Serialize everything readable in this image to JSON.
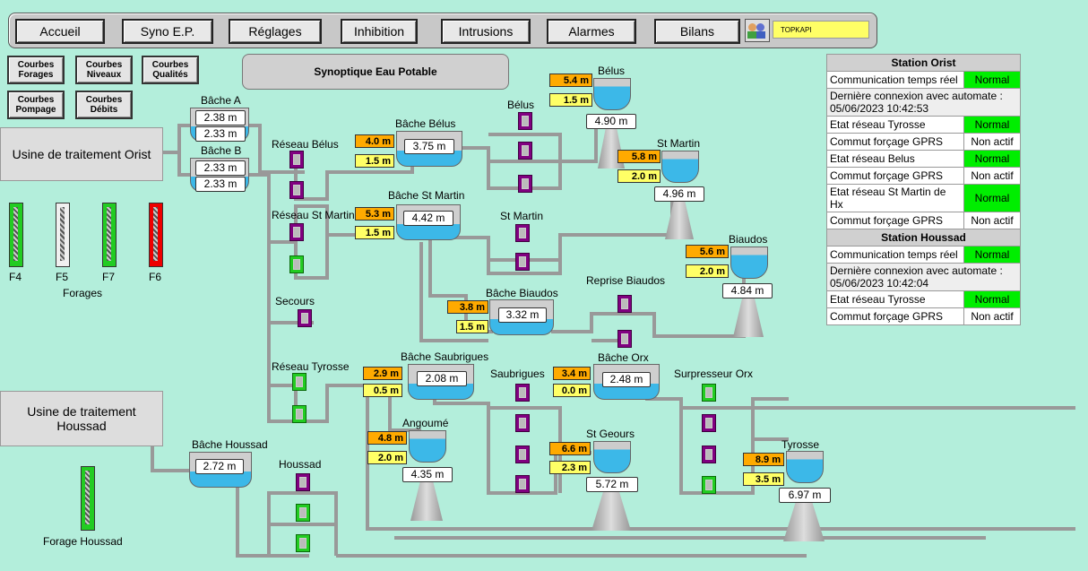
{
  "nav": {
    "buttons": [
      "Accueil",
      "Syno E.P.",
      "Réglages",
      "Inhibition",
      "Intrusions",
      "Alarmes",
      "Bilans"
    ],
    "topkapi": "TOPKAPI"
  },
  "side_buttons": [
    {
      "l1": "Courbes",
      "l2": "Forages"
    },
    {
      "l1": "Courbes",
      "l2": "Niveaux"
    },
    {
      "l1": "Courbes",
      "l2": "Qualités"
    },
    {
      "l1": "Courbes",
      "l2": "Pompage"
    },
    {
      "l1": "Courbes",
      "l2": "Débits"
    }
  ],
  "title": "Synoptique Eau Potable",
  "usines": {
    "orist": "Usine de traitement Orist",
    "houssad_l1": "Usine de traitement",
    "houssad_l2": "Houssad"
  },
  "forages": {
    "f4": "F4",
    "f5": "F5",
    "f7": "F7",
    "f6": "F6",
    "label": "Forages",
    "houssad": "Forage Houssad"
  },
  "labels": {
    "bache_a": "Bâche A",
    "bache_b": "Bâche B",
    "reseau_belus": "Réseau Bélus",
    "bache_belus": "Bâche Bélus",
    "belus_pump": "Bélus",
    "belus_tower": "Bélus",
    "st_martin_tower": "St Martin",
    "reseau_st_martin": "Réseau St Martin",
    "bache_st_martin": "Bâche St Martin",
    "st_martin_pump": "St Martin",
    "biaudos": "Biaudos",
    "secours": "Secours",
    "bache_biaudos": "Bâche Biaudos",
    "reprise_biaudos": "Reprise Biaudos",
    "reseau_tyrosse": "Réseau Tyrosse",
    "bache_saubrigues": "Bâche Saubrigues",
    "saubrigues": "Saubrigues",
    "bache_orx": "Bâche Orx",
    "surpresseur_orx": "Surpresseur Orx",
    "angoume": "Angoumé",
    "st_geours": "St Geours",
    "tyrosse": "Tyrosse",
    "bache_houssad": "Bâche Houssad",
    "houssad": "Houssad"
  },
  "values": {
    "bache_a": "2.38 m",
    "bache_a2": "2.33 m",
    "bache_b": "2.33 m",
    "bache_b2": "2.33 m",
    "bache_belus": "3.75 m",
    "belus_tower": "4.90 m",
    "st_martin_tower": "4.96 m",
    "bache_st_martin": "4.42 m",
    "biaudos": "4.84 m",
    "bache_biaudos": "3.32 m",
    "bache_saubrigues": "2.08 m",
    "bache_orx": "2.48 m",
    "angoume": "4.35 m",
    "st_geours": "5.72 m",
    "tyrosse": "6.97 m",
    "bache_houssad": "2.72 m"
  },
  "thresholds": {
    "belus_h": "5.4  m",
    "belus_l": "1.5  m",
    "bache_belus_h": "4.0  m",
    "bache_belus_l": "1.5  m",
    "st_martin_h": "5.8  m",
    "st_martin_l": "2.0  m",
    "bache_st_martin_h": "5.3  m",
    "bache_st_martin_l": "1.5  m",
    "biaudos_h": "5.6  m",
    "biaudos_l": "2.0  m",
    "bache_biaudos_h": "3.8  m",
    "bache_biaudos_l": "1.5  m",
    "saubrigues_h": "2.9  m",
    "saubrigues_l": "0.5  m",
    "orx_h": "3.4  m",
    "orx_l": "0.0  m",
    "angoume_h": "4.8  m",
    "angoume_l": "2.0  m",
    "st_geours_h": "6.6  m",
    "st_geours_l": "2.3  m",
    "tyrosse_h": "8.9  m",
    "tyrosse_l": "3.5  m"
  },
  "station_orist": {
    "header": "Station Orist",
    "rows": [
      {
        "label": "Communication temps réel",
        "status": "Normal",
        "ok": true
      },
      {
        "label": "Dernière connexion avec automate :",
        "date": "05/06/2023 10:42:53"
      },
      {
        "label": "Etat réseau Tyrosse",
        "status": "Normal",
        "ok": true
      },
      {
        "label": "Commut forçage GPRS",
        "status": "Non actif",
        "ok": false
      },
      {
        "label": "Etat réseau Belus",
        "status": "Normal",
        "ok": true
      },
      {
        "label": "Commut forçage GPRS",
        "status": "Non actif",
        "ok": false
      },
      {
        "label": "Etat réseau St Martin de Hx",
        "status": "Normal",
        "ok": true
      },
      {
        "label": "Commut forçage GPRS",
        "status": "Non actif",
        "ok": false
      }
    ]
  },
  "station_houssad": {
    "header": "Station Houssad",
    "rows": [
      {
        "label": "Communication temps réel",
        "status": "Normal",
        "ok": true
      },
      {
        "label": "Dernière connexion avec automate :",
        "date": "05/06/2023 10:42:04"
      },
      {
        "label": "Etat réseau Tyrosse",
        "status": "Normal",
        "ok": true
      },
      {
        "label": "Commut forçage GPRS",
        "status": "Non actif",
        "ok": false
      }
    ]
  },
  "colors": {
    "bg": "#b3eedb",
    "ok": "#00ee00",
    "pump": "#800080",
    "pump_on": "#22cc22",
    "water": "#3cb8e8",
    "alarm": "#ff0000"
  }
}
